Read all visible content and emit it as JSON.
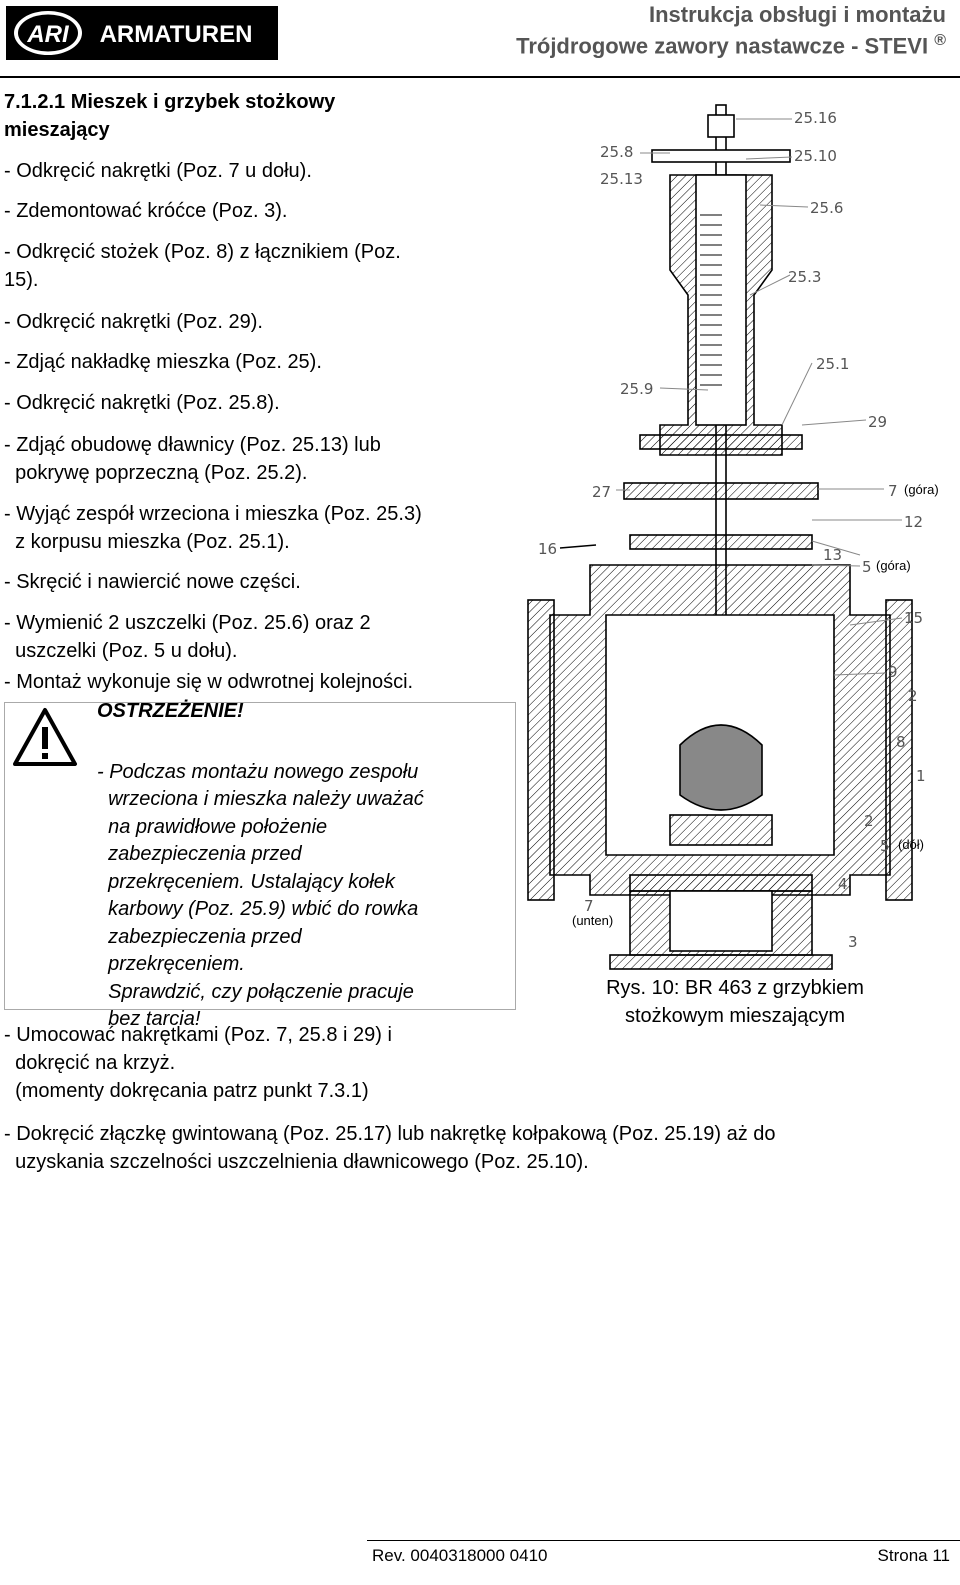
{
  "header": {
    "brand": "ARI",
    "brand_name": "ARMATUREN",
    "title_line1": "Instrukcja obsługi i montażu",
    "title_line2": "Trójdrogowe zawory nastawcze - STEVI",
    "reg_mark": "®"
  },
  "section": {
    "title": "7.1.2.1 Mieszek i grzybek stożkowy mieszający"
  },
  "steps": [
    {
      "lines": [
        "- Odkręcić nakrętki (Poz. 7 u dołu)."
      ]
    },
    {
      "lines": [
        "- Zdemontować króćce (Poz. 3)."
      ]
    },
    {
      "lines": [
        "- Odkręcić stożek (Poz. 8) z łącznikiem (Poz.",
        "15)."
      ]
    },
    {
      "lines": [
        "- Odkręcić nakrętki (Poz. 29)."
      ]
    },
    {
      "lines": [
        "- Zdjąć nakładkę mieszka (Poz. 25)."
      ]
    },
    {
      "lines": [
        "- Odkręcić nakrętki (Poz. 25.8)."
      ]
    },
    {
      "lines": [
        "- Zdjąć obudowę dławnicy (Poz. 25.13) lub",
        "  pokrywę poprzeczną (Poz. 25.2)."
      ]
    },
    {
      "lines": [
        "- Wyjąć zespół wrzeciona i mieszka (Poz. 25.3)",
        "  z korpusu mieszka (Poz. 25.1)."
      ]
    },
    {
      "lines": [
        "- Skręcić i nawiercić nowe części."
      ]
    },
    {
      "lines": [
        "- Wymienić 2 uszczelki (Poz. 25.6) oraz 2",
        "  uszczelki (Poz. 5 u dołu)."
      ]
    },
    {
      "lines": [
        "- Montaż wykonuje się w odwrotnej kolejności."
      ]
    }
  ],
  "warning": {
    "title": "OSTRZEŻENIE!",
    "lines": [
      "- Podczas montażu nowego zespołu",
      "  wrzeciona i mieszka należy uważać",
      "  na prawidłowe położenie",
      "  zabezpieczenia przed",
      "  przekręceniem. Ustalający kołek",
      "  karbowy (Poz. 25.9) wbić do rowka",
      "  zabezpieczenia przed",
      "  przekręceniem.",
      "  Sprawdzić, czy połączenie pracuje",
      "  bez tarcia!"
    ]
  },
  "after_warning": {
    "lines": [
      "- Umocować nakrętkami (Poz. 7, 25.8 i 29) i",
      "  dokręcić na krzyż.",
      "  (momenty dokręcania patrz punkt 7.3.1)"
    ]
  },
  "final_step": {
    "lines": [
      "- Dokręcić złączkę gwintowaną (Poz. 25.17) lub nakrętkę kołpakową (Poz. 25.19) aż do",
      "  uzyskania szczelności uszczelnienia dławnicowego (Poz. 25.10)."
    ]
  },
  "figure": {
    "labels": {
      "p25_16": "25.16",
      "p25_10": "25.10",
      "p25_8": "25.8",
      "p25_13": "25.13",
      "p25_6": "25.6",
      "p25_3": "25.3",
      "p25_1": "25.1",
      "p25_9": "25.9",
      "p29": "29",
      "p27": "27",
      "p7": "7",
      "p7_note": "(góra)",
      "p12": "12",
      "p16": "16",
      "p13": "13",
      "p5": "5",
      "p5_note": "(góra)",
      "p15": "15",
      "p9": "9",
      "p2a": "2",
      "p8": "8",
      "p1": "1",
      "p2b": "2",
      "p5b": "5",
      "p5b_note": "(dół)",
      "p4": "4",
      "p7b": "7",
      "p7b_note": "(unten)",
      "p3": "3"
    }
  },
  "caption": {
    "lines": [
      "Rys. 10: BR 463 z grzybkiem",
      "stożkowym mieszającym"
    ]
  },
  "footer": {
    "rev": "Rev. 0040318000 0410",
    "page": "Strona 11"
  }
}
